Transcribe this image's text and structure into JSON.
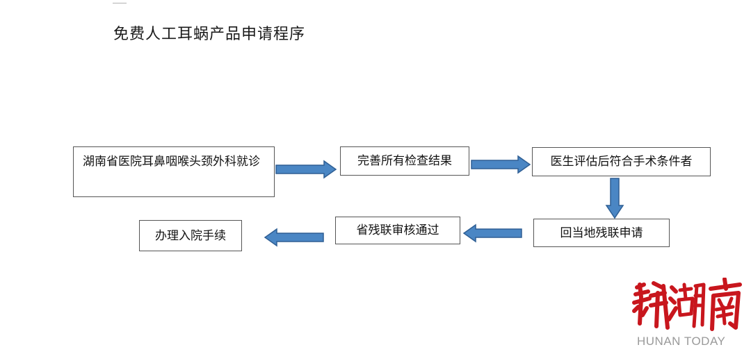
{
  "title": "免费人工耳蜗产品申请程序",
  "steps": {
    "s1": "湖南省医院耳鼻咽喉头颈外科就诊",
    "s2": "完善所有检查结果",
    "s3": "医生评估后符合手术条件者",
    "s4": "回当地残联申请",
    "s5": "省残联审核通过",
    "s6": "办理入院手续"
  },
  "watermark": {
    "logo_text": "新湖南",
    "subtitle": "HUNAN TODAY"
  },
  "colors": {
    "arrow_fill": "#4a86c4",
    "arrow_stroke": "#2f5f94",
    "box_border": "#555555",
    "logo_red": "#c8161d",
    "subtitle_gray": "#9a9a9a"
  }
}
